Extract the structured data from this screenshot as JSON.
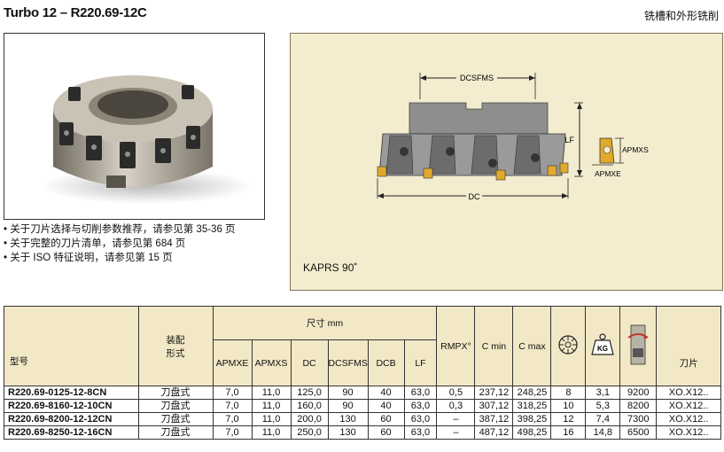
{
  "header": {
    "title": "Turbo 12 – R220.69-12C",
    "title_right": "铣槽和外形铣削"
  },
  "notes": [
    "关于刀片选择与切削参数推荐，请参见第 35-36 页",
    "关于完整的刀片清单，请参见第 684 页",
    "关于 ISO 特征说明，请参见第 15 页"
  ],
  "diagram": {
    "label_dcsfms": "DCSFMS",
    "label_lf": "LF",
    "label_dc": "DC",
    "label_apmxs": "APMXS",
    "label_apmxe": "APMXE",
    "kaprs": "KAPRS 90˚"
  },
  "table": {
    "model_header": "型号",
    "mount_header": "装配\n形式",
    "dims_header": "尺寸 mm",
    "dim_cols": [
      "APMXE",
      "APMXS",
      "DC",
      "DCSFMS",
      "DCB",
      "LF"
    ],
    "rmpx_header": "RMPX°",
    "cmin_header": "C min",
    "cmax_header": "C max",
    "insert_header": "刀片",
    "rows": [
      {
        "model": "R220.69-0125-12-8CN",
        "mount": "刀盘式",
        "apmxe": "7,0",
        "apmxs": "11,0",
        "dc": "125,0",
        "dcsfms": "90",
        "dcb": "40",
        "lf": "63,0",
        "rmpx": "0,5",
        "cmin": "237,12",
        "cmax": "248,25",
        "teeth": "8",
        "kg": "3,1",
        "rpm": "9200",
        "insert": "XO.X12.."
      },
      {
        "model": "R220.69-8160-12-10CN",
        "mount": "刀盘式",
        "apmxe": "7,0",
        "apmxs": "11,0",
        "dc": "160,0",
        "dcsfms": "90",
        "dcb": "40",
        "lf": "63,0",
        "rmpx": "0,3",
        "cmin": "307,12",
        "cmax": "318,25",
        "teeth": "10",
        "kg": "5,3",
        "rpm": "8200",
        "insert": "XO.X12.."
      },
      {
        "model": "R220.69-8200-12-12CN",
        "mount": "刀盘式",
        "apmxe": "7,0",
        "apmxs": "11,0",
        "dc": "200,0",
        "dcsfms": "130",
        "dcb": "60",
        "lf": "63,0",
        "rmpx": "–",
        "cmin": "387,12",
        "cmax": "398,25",
        "teeth": "12",
        "kg": "7,4",
        "rpm": "7300",
        "insert": "XO.X12.."
      },
      {
        "model": "R220.69-8250-12-16CN",
        "mount": "刀盘式",
        "apmxe": "7,0",
        "apmxs": "11,0",
        "dc": "250,0",
        "dcsfms": "130",
        "dcb": "60",
        "lf": "63,0",
        "rmpx": "–",
        "cmin": "487,12",
        "cmax": "498,25",
        "teeth": "16",
        "kg": "14,8",
        "rpm": "6500",
        "insert": "XO.X12.."
      }
    ]
  },
  "icons": {
    "teeth": "cutter-teeth-icon",
    "weight": "kg-weight-icon",
    "rpm": "max-rpm-icon"
  }
}
